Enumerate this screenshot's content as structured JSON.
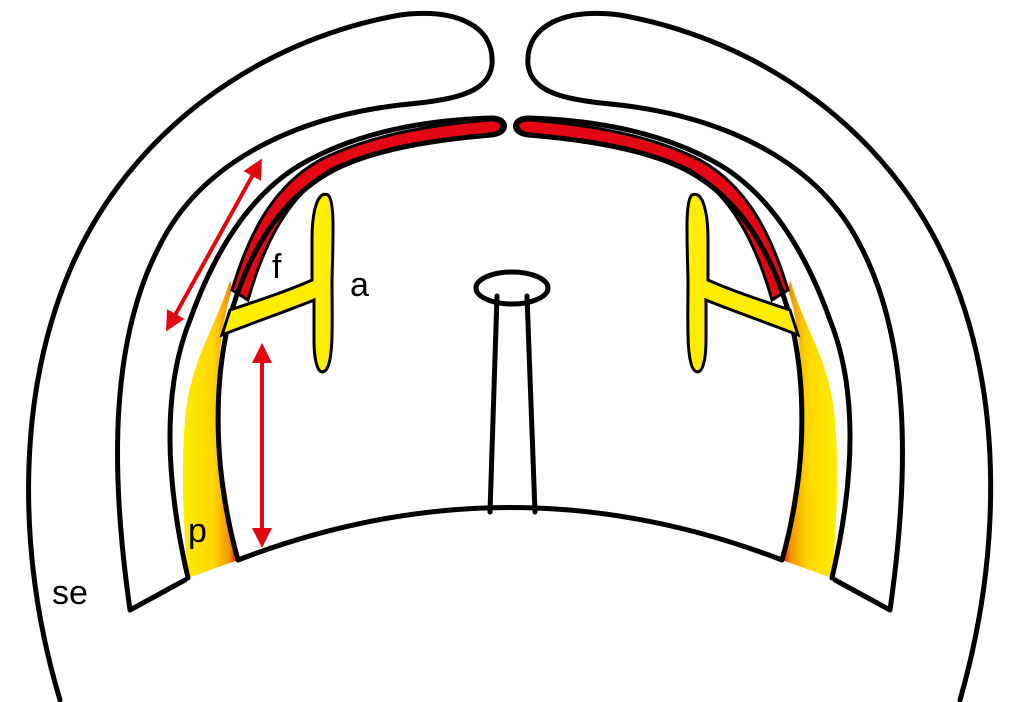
{
  "labels": {
    "se": "se",
    "p": "p",
    "f": "f",
    "a": "a"
  },
  "colors": {
    "outline": "#000000",
    "red": "#e30613",
    "orange": "#f39200",
    "yellow": "#ffed00",
    "arrow": "#e30613",
    "background": "#ffffff"
  }
}
